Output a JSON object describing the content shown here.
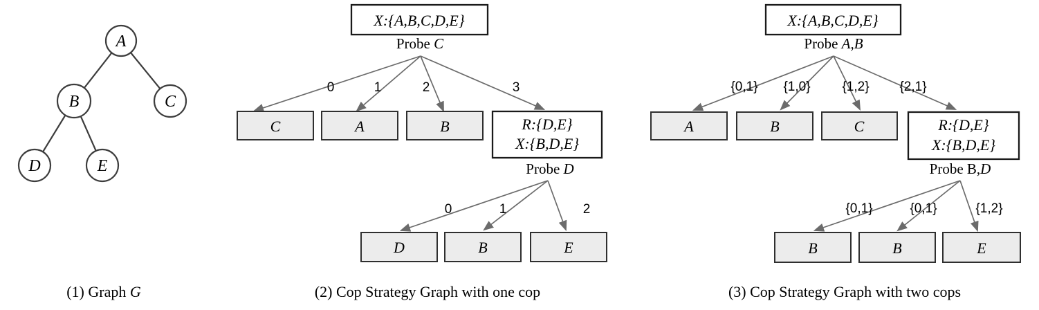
{
  "colors": {
    "arrow": "#6b6b6b",
    "leaf_box_fill": "#ececec",
    "leaf_box_border": "#2f2f2f",
    "state_box_fill": "#ffffff",
    "state_box_border": "#1a1a1a",
    "graph_stroke": "#3d3d3d",
    "text": "#000000"
  },
  "graph_g": {
    "caption_prefix": "(1) Graph ",
    "caption_name": "G",
    "node_a": "A",
    "node_b": "B",
    "node_c": "C",
    "node_d": "D",
    "node_e": "E",
    "edges": [
      [
        "A",
        "B"
      ],
      [
        "A",
        "C"
      ],
      [
        "B",
        "D"
      ],
      [
        "B",
        "E"
      ]
    ]
  },
  "one_cop": {
    "caption": "(2) Cop Strategy Graph with one cop",
    "root_state": "X:{A,B,C,D,E}",
    "probe1_prefix": "Probe ",
    "probe1_target": "C",
    "edge1_labels": [
      "0",
      "1",
      "2",
      "3"
    ],
    "leaf_c": "C",
    "leaf_a": "A",
    "leaf_b": "B",
    "r_state_line1": "R:{D,E}",
    "r_state_line2": "X:{B,D,E}",
    "probe2_prefix": "Probe ",
    "probe2_target": "D",
    "edge2_labels": [
      "0",
      "1",
      "2"
    ],
    "leaf_d": "D",
    "leaf_b2": "B",
    "leaf_e": "E"
  },
  "two_cops": {
    "caption": "(3) Cop Strategy Graph with two cops",
    "root_state": "X:{A,B,C,D,E}",
    "probe1_prefix": "Probe ",
    "probe1_target": "A,B",
    "edge1_labels": [
      "{0,1}",
      "{1,0}",
      "{1,2}",
      "{2,1}"
    ],
    "leaf_a": "A",
    "leaf_b": "B",
    "leaf_c": "C",
    "r_state_line1": "R:{D,E}",
    "r_state_line2": "X:{B,D,E}",
    "probe2_prefix": "Probe B,",
    "probe2_target": "D",
    "edge2_labels": [
      "{0,1}",
      "{0,1}",
      "{1,2}"
    ],
    "leaf_b2": "B",
    "leaf_b3": "B",
    "leaf_e": "E"
  }
}
